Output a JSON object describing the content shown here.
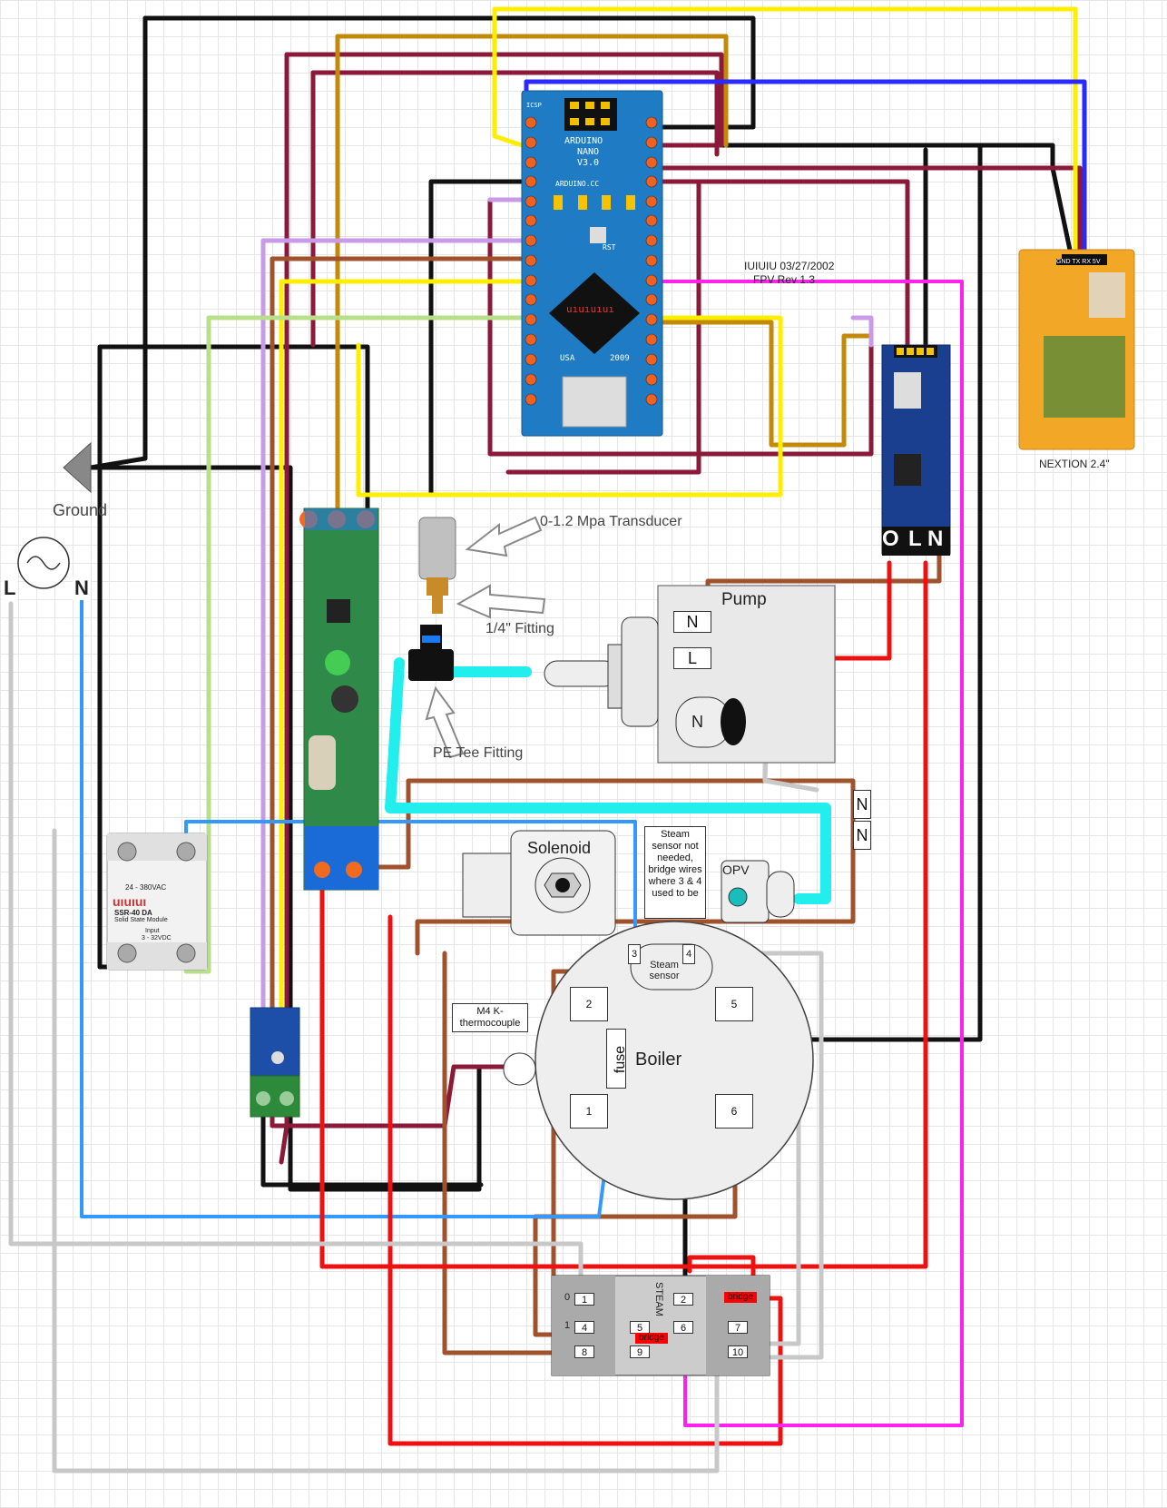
{
  "labels": {
    "ground": "Ground",
    "line": "L",
    "neutral": "N",
    "transducer": "0-1.2 Mpa Transducer",
    "fitting": "1/4\" Fitting",
    "tee": "PE Tee Fitting",
    "pump": "Pump",
    "solenoid": "Solenoid",
    "boiler": "Boiler",
    "fuse": "fuse",
    "steam_sensor": "Steam sensor",
    "steam_note": "Steam sensor not needed, bridge wires where 3 & 4 used to be",
    "thermocouple": "M4 K-thermocouple",
    "opv": "OPV",
    "nextion": "NEXTION 2.4\"",
    "version": "IUIUIU 03/27/2002",
    "rev": "FPV Rev 1.3",
    "steam_switch": "STEAM",
    "bridge": "bridge"
  },
  "pump_terminals": [
    "N",
    "L",
    "N"
  ],
  "dimmer_terminals": [
    "O",
    "L",
    "N"
  ],
  "nn_terminals": [
    "N",
    "N"
  ],
  "boiler_terminals": [
    "2",
    "5",
    "1",
    "6",
    "3",
    "4"
  ],
  "switch_terminals": [
    "1",
    "4",
    "8",
    "5",
    "9",
    "2",
    "6",
    "7",
    "10"
  ],
  "switch_positions": [
    "0",
    "1"
  ],
  "arduino": {
    "title": "ARDUINO",
    "model": "NANO",
    "version": "V3.0",
    "site": "ARDUINO.CC",
    "year": "2009",
    "made": "USA",
    "icsp": "ICSP",
    "rst": "RST",
    "logo": "uıuıuıuı"
  },
  "nextion_pins": "GND TX RX 5V",
  "ssr": {
    "model": "SSR-40 DA",
    "sub": "Solid State Module",
    "range": "24 - 380VAC",
    "input": "Input",
    "vdc": "3 - 32VDC",
    "brand": "uıuıuı"
  },
  "colors": {
    "black": "#111111",
    "red": "#ee1111",
    "brown": "#a0522d",
    "gold": "#b8860b",
    "yellow": "#ffee00",
    "blue": "#2a2aff",
    "lightblue": "#3399ff",
    "magenta": "#ff22ee",
    "purple": "#c99ae8",
    "maroon": "#8b1a3a",
    "lightgreen": "#b8e08a",
    "grey": "#c8c8c8",
    "cyan": "#22eeee"
  }
}
